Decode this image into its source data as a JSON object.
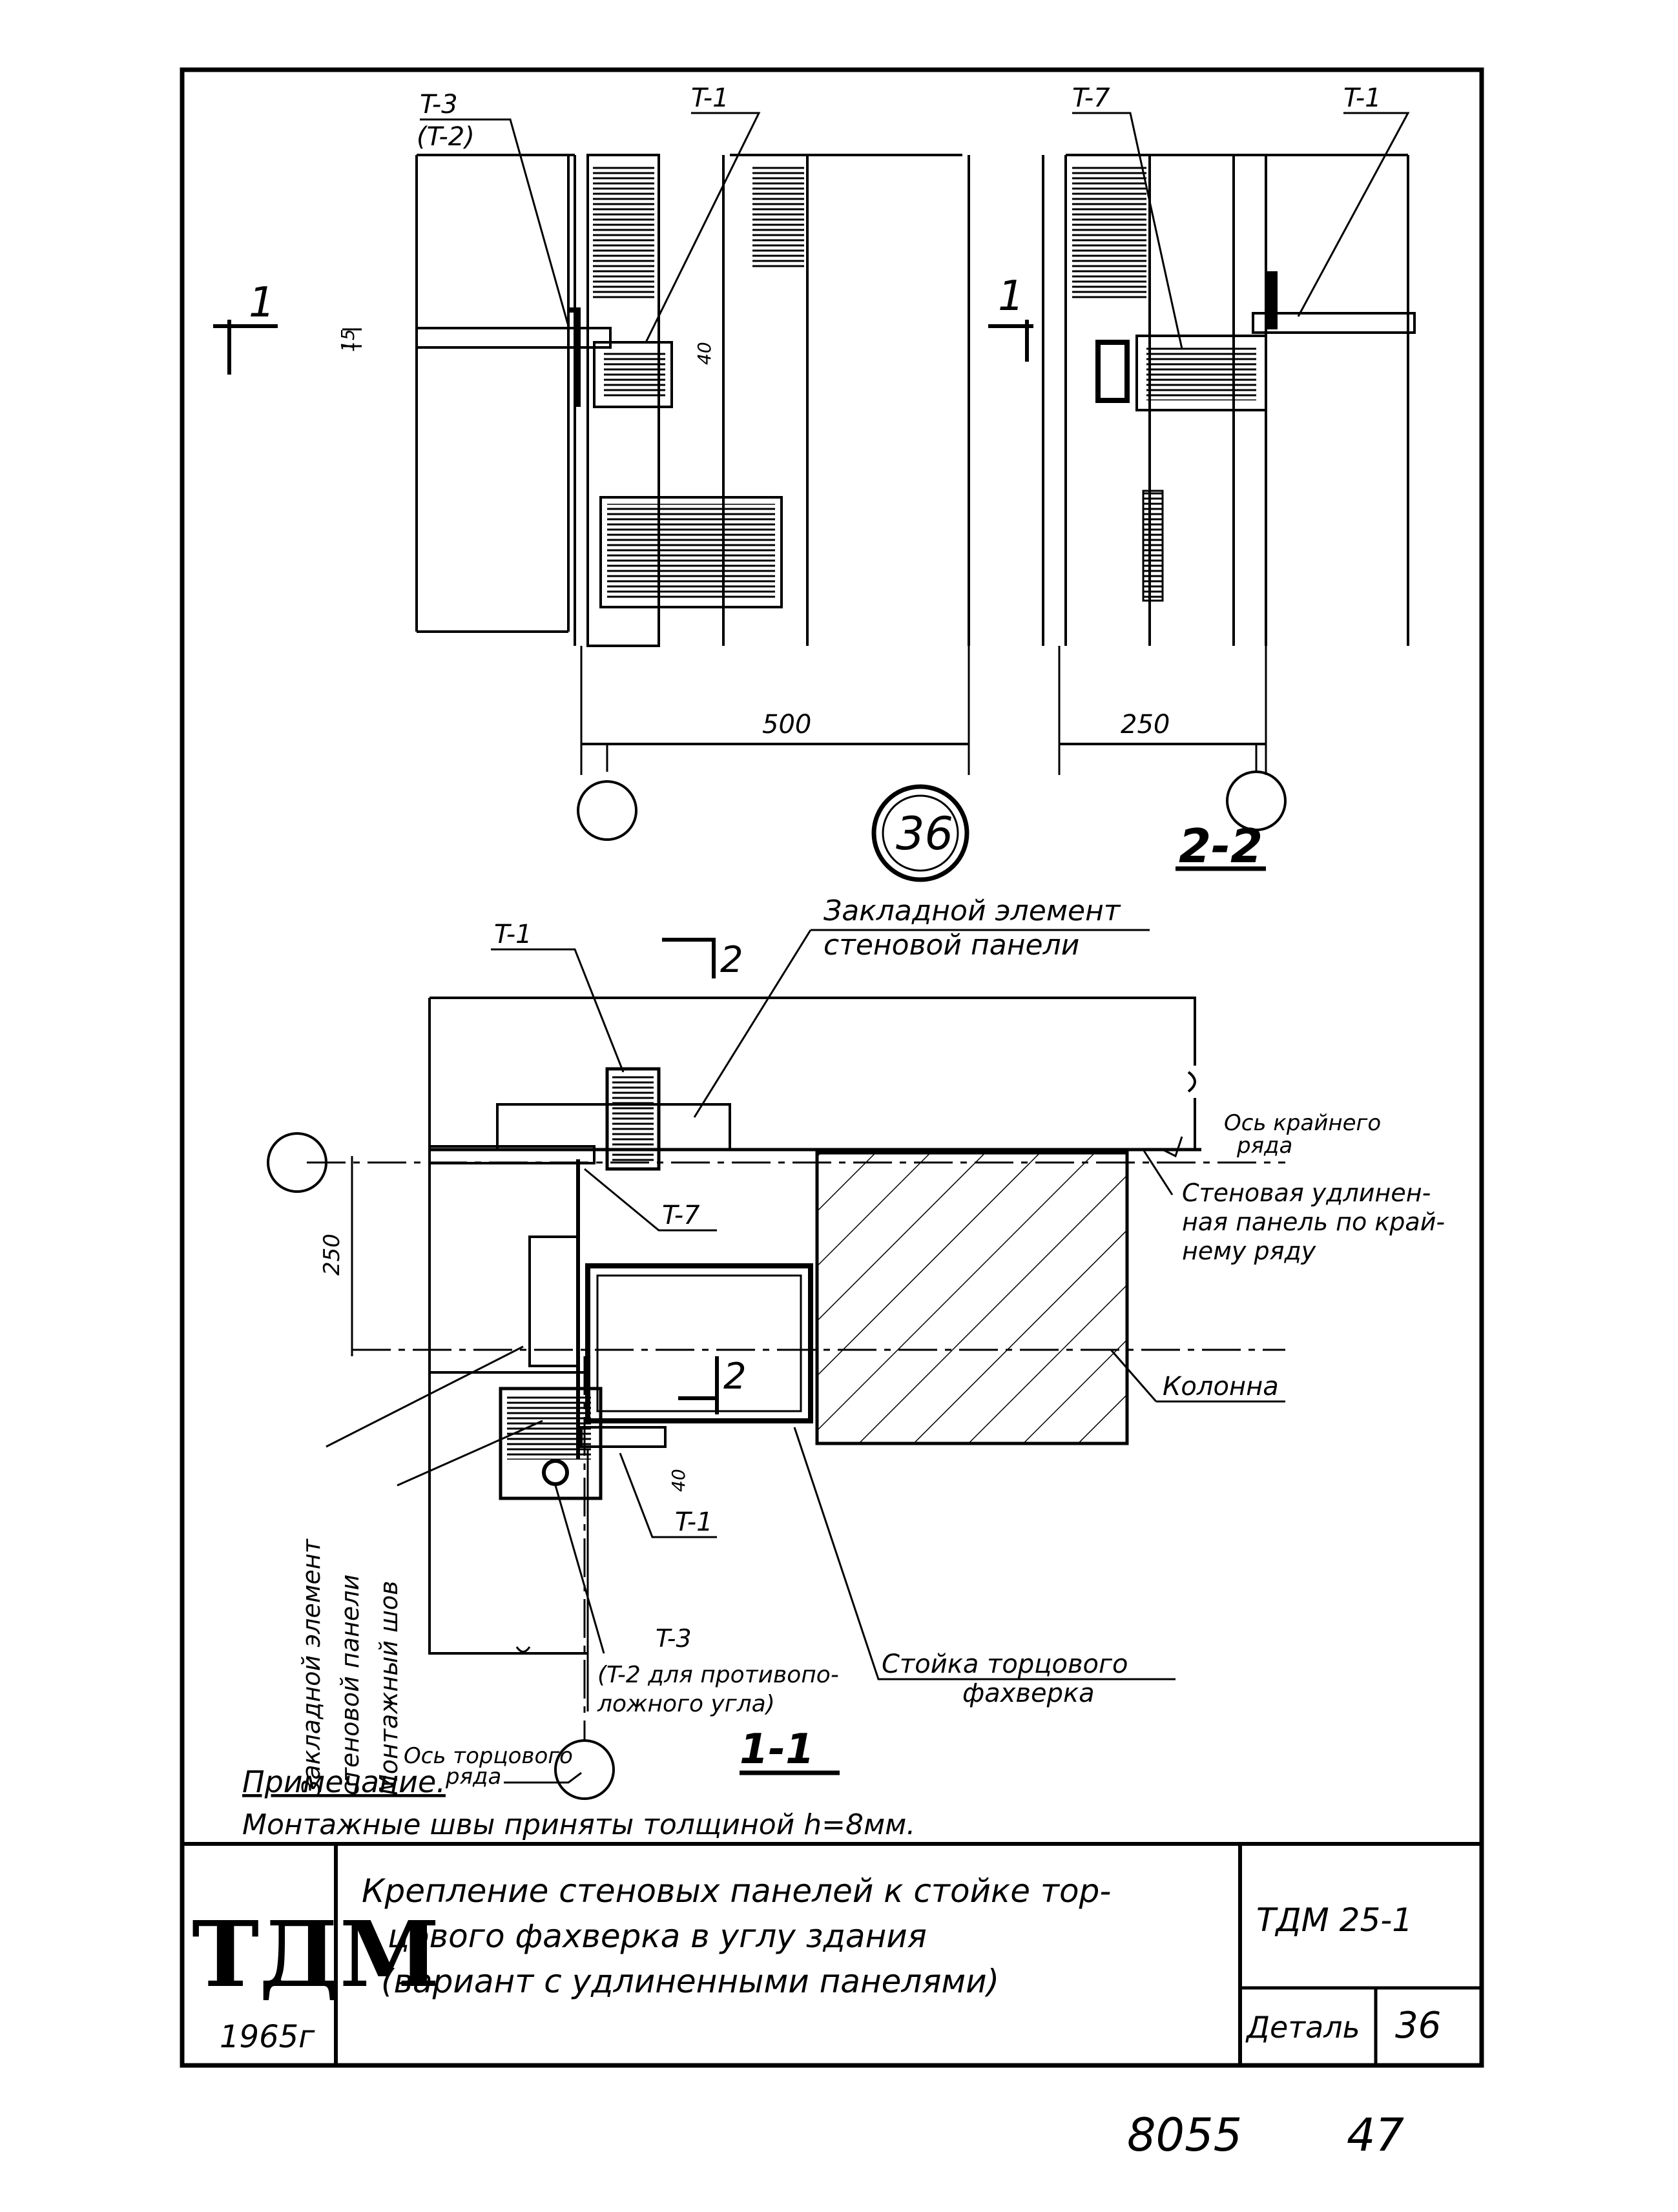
{
  "upper_view": {
    "callouts": {
      "t3": "T-3",
      "t2": "(T-2)",
      "t1_left": "T-1",
      "t7": "T-7",
      "t1_right": "T-1"
    },
    "dims": {
      "d500": "500",
      "d250": "250",
      "d15": "15",
      "d40": "40"
    },
    "section_marks": {
      "left": "1",
      "right": "1"
    },
    "detail_number": "36",
    "view_title": "2-2"
  },
  "plan_view": {
    "section_mark_top": "2",
    "section_mark_mid": "2",
    "embedded_panel_title_line1": "Закладной элемент",
    "embedded_panel_title_line2": "стеновой панели",
    "t1_top": "T-1",
    "t7": "T-7",
    "t1_bottom": "T-1",
    "t3_line1": "T-3",
    "t3_line2": "(T-2 для противопо-",
    "t3_line3": "ложного угла)",
    "axis_outer_line1": "Ось крайнего",
    "axis_outer_line2": "ряда",
    "wall_panel_line1": "Стеновая удлинен-",
    "wall_panel_line2": "ная панель по край-",
    "wall_panel_line3": "нему ряду",
    "column": "Колонна",
    "post_line1": "Стойка торцового",
    "post_line2": "фахверка",
    "vertical_1": "Закладной элемент",
    "vertical_2": "стеновой панели",
    "vertical_3": "Монтажный шов",
    "axis_end_line1": "Ось торцового",
    "axis_end_line2": "ряда",
    "dim_250": "250",
    "dim_40": "40",
    "view_title": "1-1"
  },
  "note": {
    "heading": "Примечание.",
    "text": "Монтажные швы приняты толщиной h=8мм."
  },
  "title_block": {
    "logo": "ТДМ",
    "year": "1965г",
    "title_line1": "Крепление стеновых панелей к стойке тор-",
    "title_line2": "цового фахверка в углу здания",
    "title_line3": "(вариант с удлиненными панелями)",
    "code": "ТДМ 25-1",
    "detail_label": "Деталь",
    "detail_value": "36"
  },
  "footer": {
    "sheet_code": "8055",
    "page": "47"
  },
  "colors": {
    "ink": "#000000",
    "paper": "#ffffff"
  }
}
